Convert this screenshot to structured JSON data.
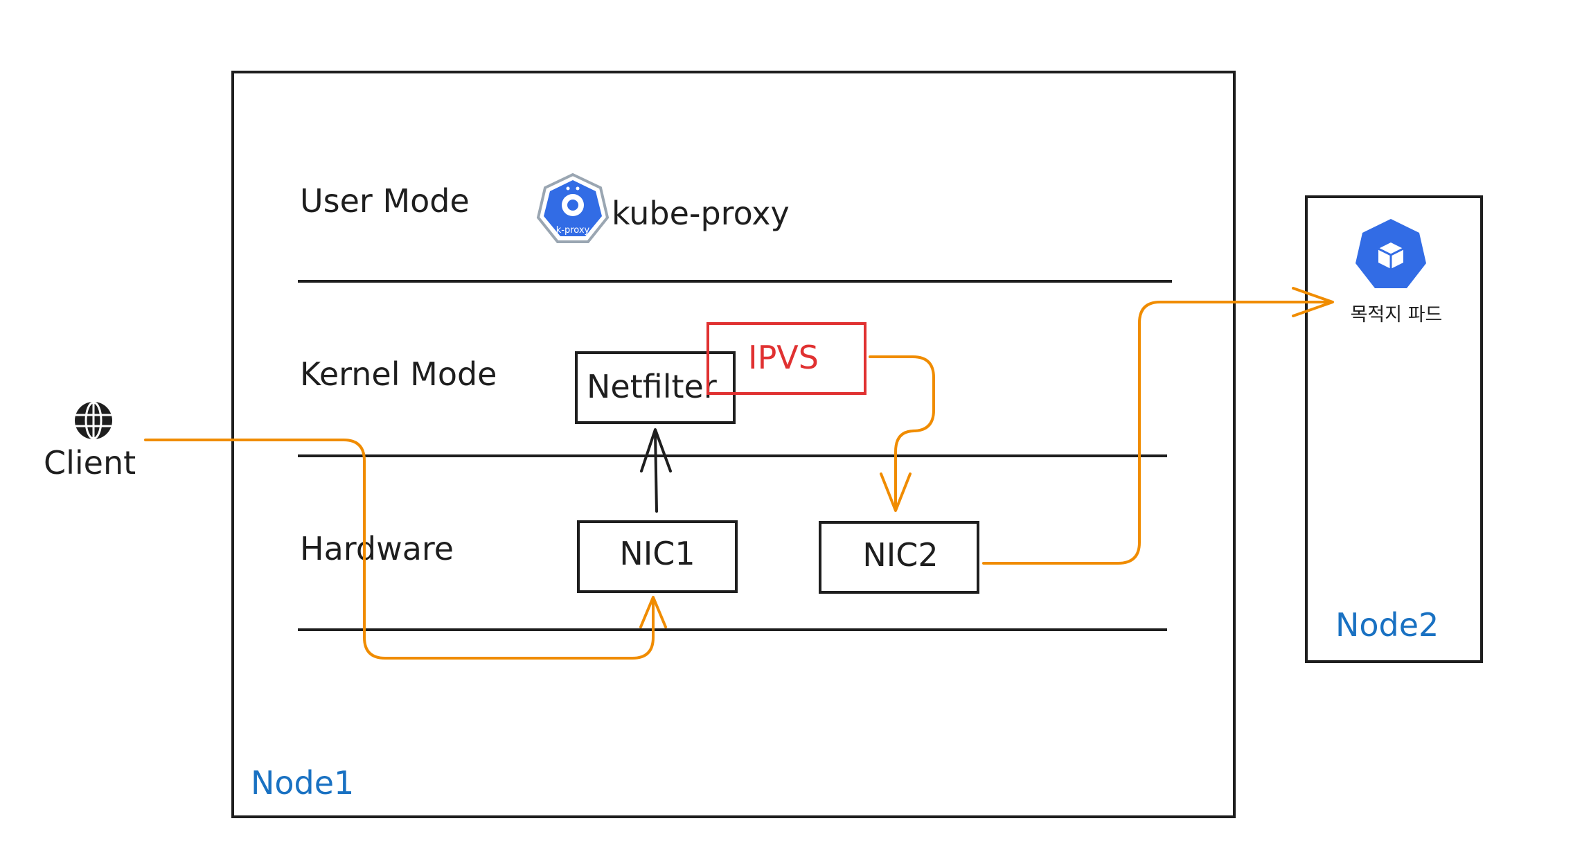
{
  "nodes": {
    "node1": "Node1",
    "node2": "Node2"
  },
  "layers": {
    "user_mode": "User Mode",
    "kernel_mode": "Kernel Mode",
    "hardware": "Hardware"
  },
  "components": {
    "kube_proxy": "kube-proxy",
    "kube_proxy_badge": "k-proxy",
    "netfilter": "Netfilter",
    "ipvs": "IPVS",
    "nic1": "NIC1",
    "nic2": "NIC2"
  },
  "client": {
    "label": "Client",
    "icon": "globe-icon"
  },
  "destination": {
    "label": "목적지 파드",
    "icon": "pod-icon"
  },
  "colors": {
    "flow": "#f08c00",
    "ipvs": "#e03131",
    "node_label": "#1971c2",
    "pod_icon": "#326ce5",
    "stroke": "#1e1e1e"
  }
}
